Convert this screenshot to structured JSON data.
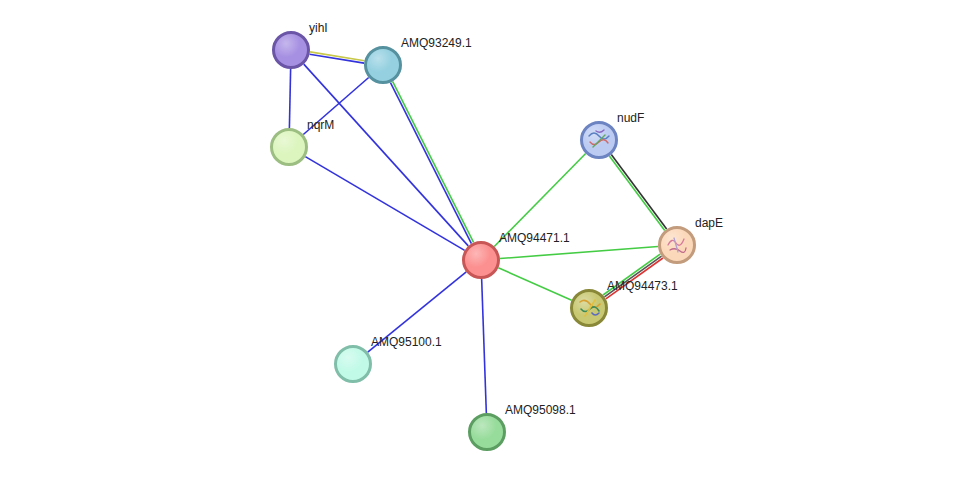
{
  "diagram": {
    "nodes": [
      {
        "text": [
          "yihI"
        ]
      },
      {
        "text": [
          "AMQ93249.1"
        ]
      },
      {
        "text": [
          "nqrM"
        ]
      },
      {
        "text": [
          "nudF"
        ]
      },
      {
        "text": [
          "AMQ94471.1"
        ]
      },
      {
        "text": [
          "dapE"
        ]
      },
      {
        "text": [
          "AMQ94473.1"
        ]
      },
      {
        "text": [
          "AMQ95100.1"
        ]
      },
      {
        "text": [
          "AMQ95098.1"
        ]
      }
    ],
    "edges": [
      {
        "from": 0,
        "to": 1,
        "arrow": "none"
      },
      {
        "from": 0,
        "to": 2,
        "arrow": "none"
      },
      {
        "from": 0,
        "to": 4,
        "arrow": "none"
      },
      {
        "from": 1,
        "to": 2,
        "arrow": "none"
      },
      {
        "from": 1,
        "to": 4,
        "arrow": "none"
      },
      {
        "from": 2,
        "to": 4,
        "arrow": "none"
      },
      {
        "from": 4,
        "to": 3,
        "arrow": "none"
      },
      {
        "from": 4,
        "to": 5,
        "arrow": "none"
      },
      {
        "from": 4,
        "to": 6,
        "arrow": "none"
      },
      {
        "from": 3,
        "to": 5,
        "arrow": "none"
      },
      {
        "from": 5,
        "to": 6,
        "arrow": "none"
      },
      {
        "from": 4,
        "to": 7,
        "arrow": "none"
      },
      {
        "from": 4,
        "to": 8,
        "arrow": "none"
      }
    ]
  }
}
